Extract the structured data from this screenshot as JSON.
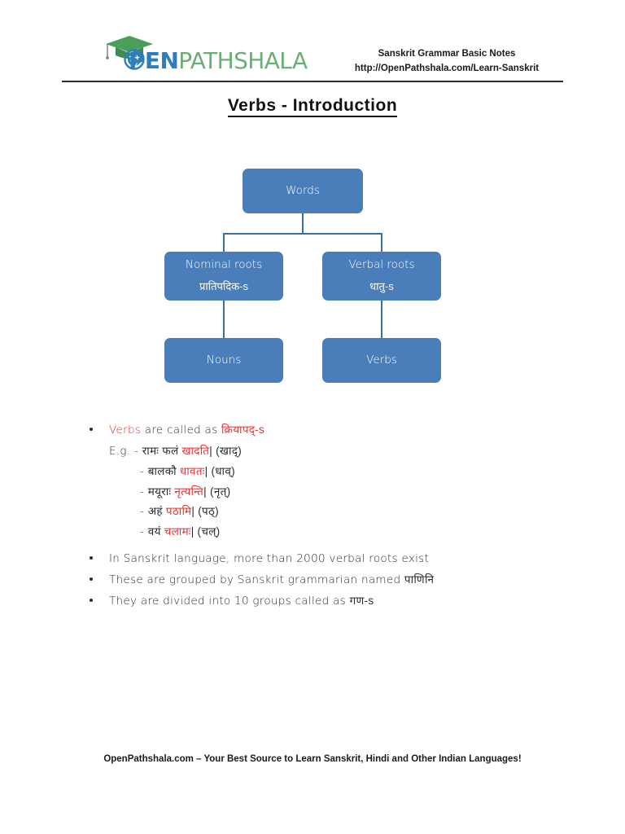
{
  "header": {
    "logo": {
      "icon_cap": "graduation-cap-icon",
      "icon_globe": "globe-icon",
      "text_primary": "PEN",
      "text_secondary": "PATHSHALA",
      "color_primary": "#2e7ebb",
      "color_secondary": "#6cae76"
    },
    "doc_title": "Sanskrit Grammar Basic Notes",
    "doc_url": "http://OpenPathshala.com/Learn-Sanskrit"
  },
  "title": "Verbs - Introduction",
  "chart_data": {
    "type": "diagram",
    "node_fill": "#4a7ebb",
    "connector_color": "#3c6ea5",
    "nodes": [
      {
        "id": "words",
        "label": "Words",
        "devanagari": ""
      },
      {
        "id": "nominal",
        "label": "Nominal  roots",
        "devanagari": "प्रातिपदिक-s"
      },
      {
        "id": "verbal",
        "label": "Verbal  roots",
        "devanagari": "धातु-s"
      },
      {
        "id": "nouns",
        "label": "Nouns",
        "devanagari": ""
      },
      {
        "id": "verbs",
        "label": "Verbs",
        "devanagari": ""
      }
    ],
    "edges": [
      {
        "from": "words",
        "to": "nominal"
      },
      {
        "from": "words",
        "to": "verbal"
      },
      {
        "from": "nominal",
        "to": "nouns"
      },
      {
        "from": "verbal",
        "to": "verbs"
      }
    ]
  },
  "body": {
    "bullet1": {
      "lead_red": "Verbs",
      "middle": " are called as ",
      "term_red": "क्रियापद्-s"
    },
    "eg": {
      "prefix": "E.g. - ",
      "subject": "रामः फलं ",
      "verb_red": "खादति",
      "suffix": "| (खाद्)"
    },
    "examples": [
      {
        "dash": "- ",
        "subject": "बालकौ ",
        "verb_red": "धावतः",
        "suffix": "| (धाव्)"
      },
      {
        "dash": "- ",
        "subject": "मयूराः ",
        "verb_red": "नृत्यन्ति",
        "suffix": "| (नृत्)"
      },
      {
        "dash": "- ",
        "subject": "अहं ",
        "verb_red": "पठामि",
        "suffix": "| (पठ्)"
      },
      {
        "dash": "- ",
        "subject": "वयं ",
        "verb_red": "चलामः",
        "suffix": "| (चल्)"
      }
    ],
    "bullet2": "In Sanskrit language, more than 2000 verbal roots exist",
    "bullet3_pre": "These are grouped by Sanskrit grammarian named ",
    "bullet3_dev": "पाणिनि",
    "bullet4_pre": "They are divided into 10 groups called as ",
    "bullet4_dev": "गण-s"
  },
  "footer": "OpenPathshala.com – Your Best Source to Learn Sanskrit, Hindi and Other Indian Languages!"
}
